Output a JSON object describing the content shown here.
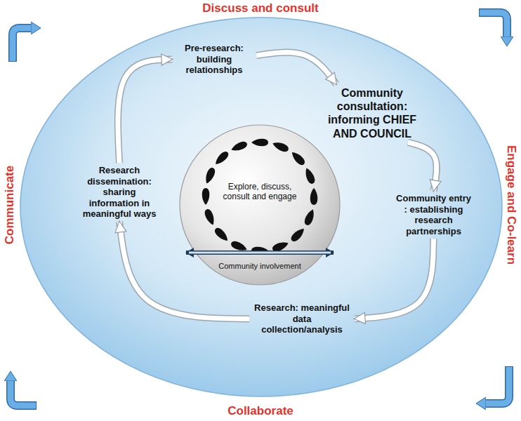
{
  "diagram": {
    "nodes": [
      {
        "text": [
          "Pre-research: building relationships"
        ]
      },
      {
        "text": [
          "Community consultation: informing CHIEF AND COUNCIL"
        ]
      },
      {
        "text": [
          "Community entry : establishing research partnerships"
        ]
      },
      {
        "text": [
          "Research: meaningful data collection/analysis"
        ]
      },
      {
        "text": [
          "Research dissemination: sharing information in meaningful ways"
        ]
      },
      {
        "text": [
          "Explore, discuss, consult and engage",
          "Community involvement"
        ]
      }
    ],
    "edges": [
      {
        "from": 0,
        "to": 1,
        "arrow": "to"
      },
      {
        "from": 1,
        "to": 2,
        "arrow": "to"
      },
      {
        "from": 2,
        "to": 3,
        "arrow": "to"
      },
      {
        "from": 3,
        "to": 4,
        "arrow": "to"
      },
      {
        "from": 4,
        "to": 0,
        "arrow": "to"
      }
    ],
    "labels": [
      "Discuss and consult",
      "Engage and Co-learn",
      "Collaborate",
      "Communicate"
    ]
  }
}
